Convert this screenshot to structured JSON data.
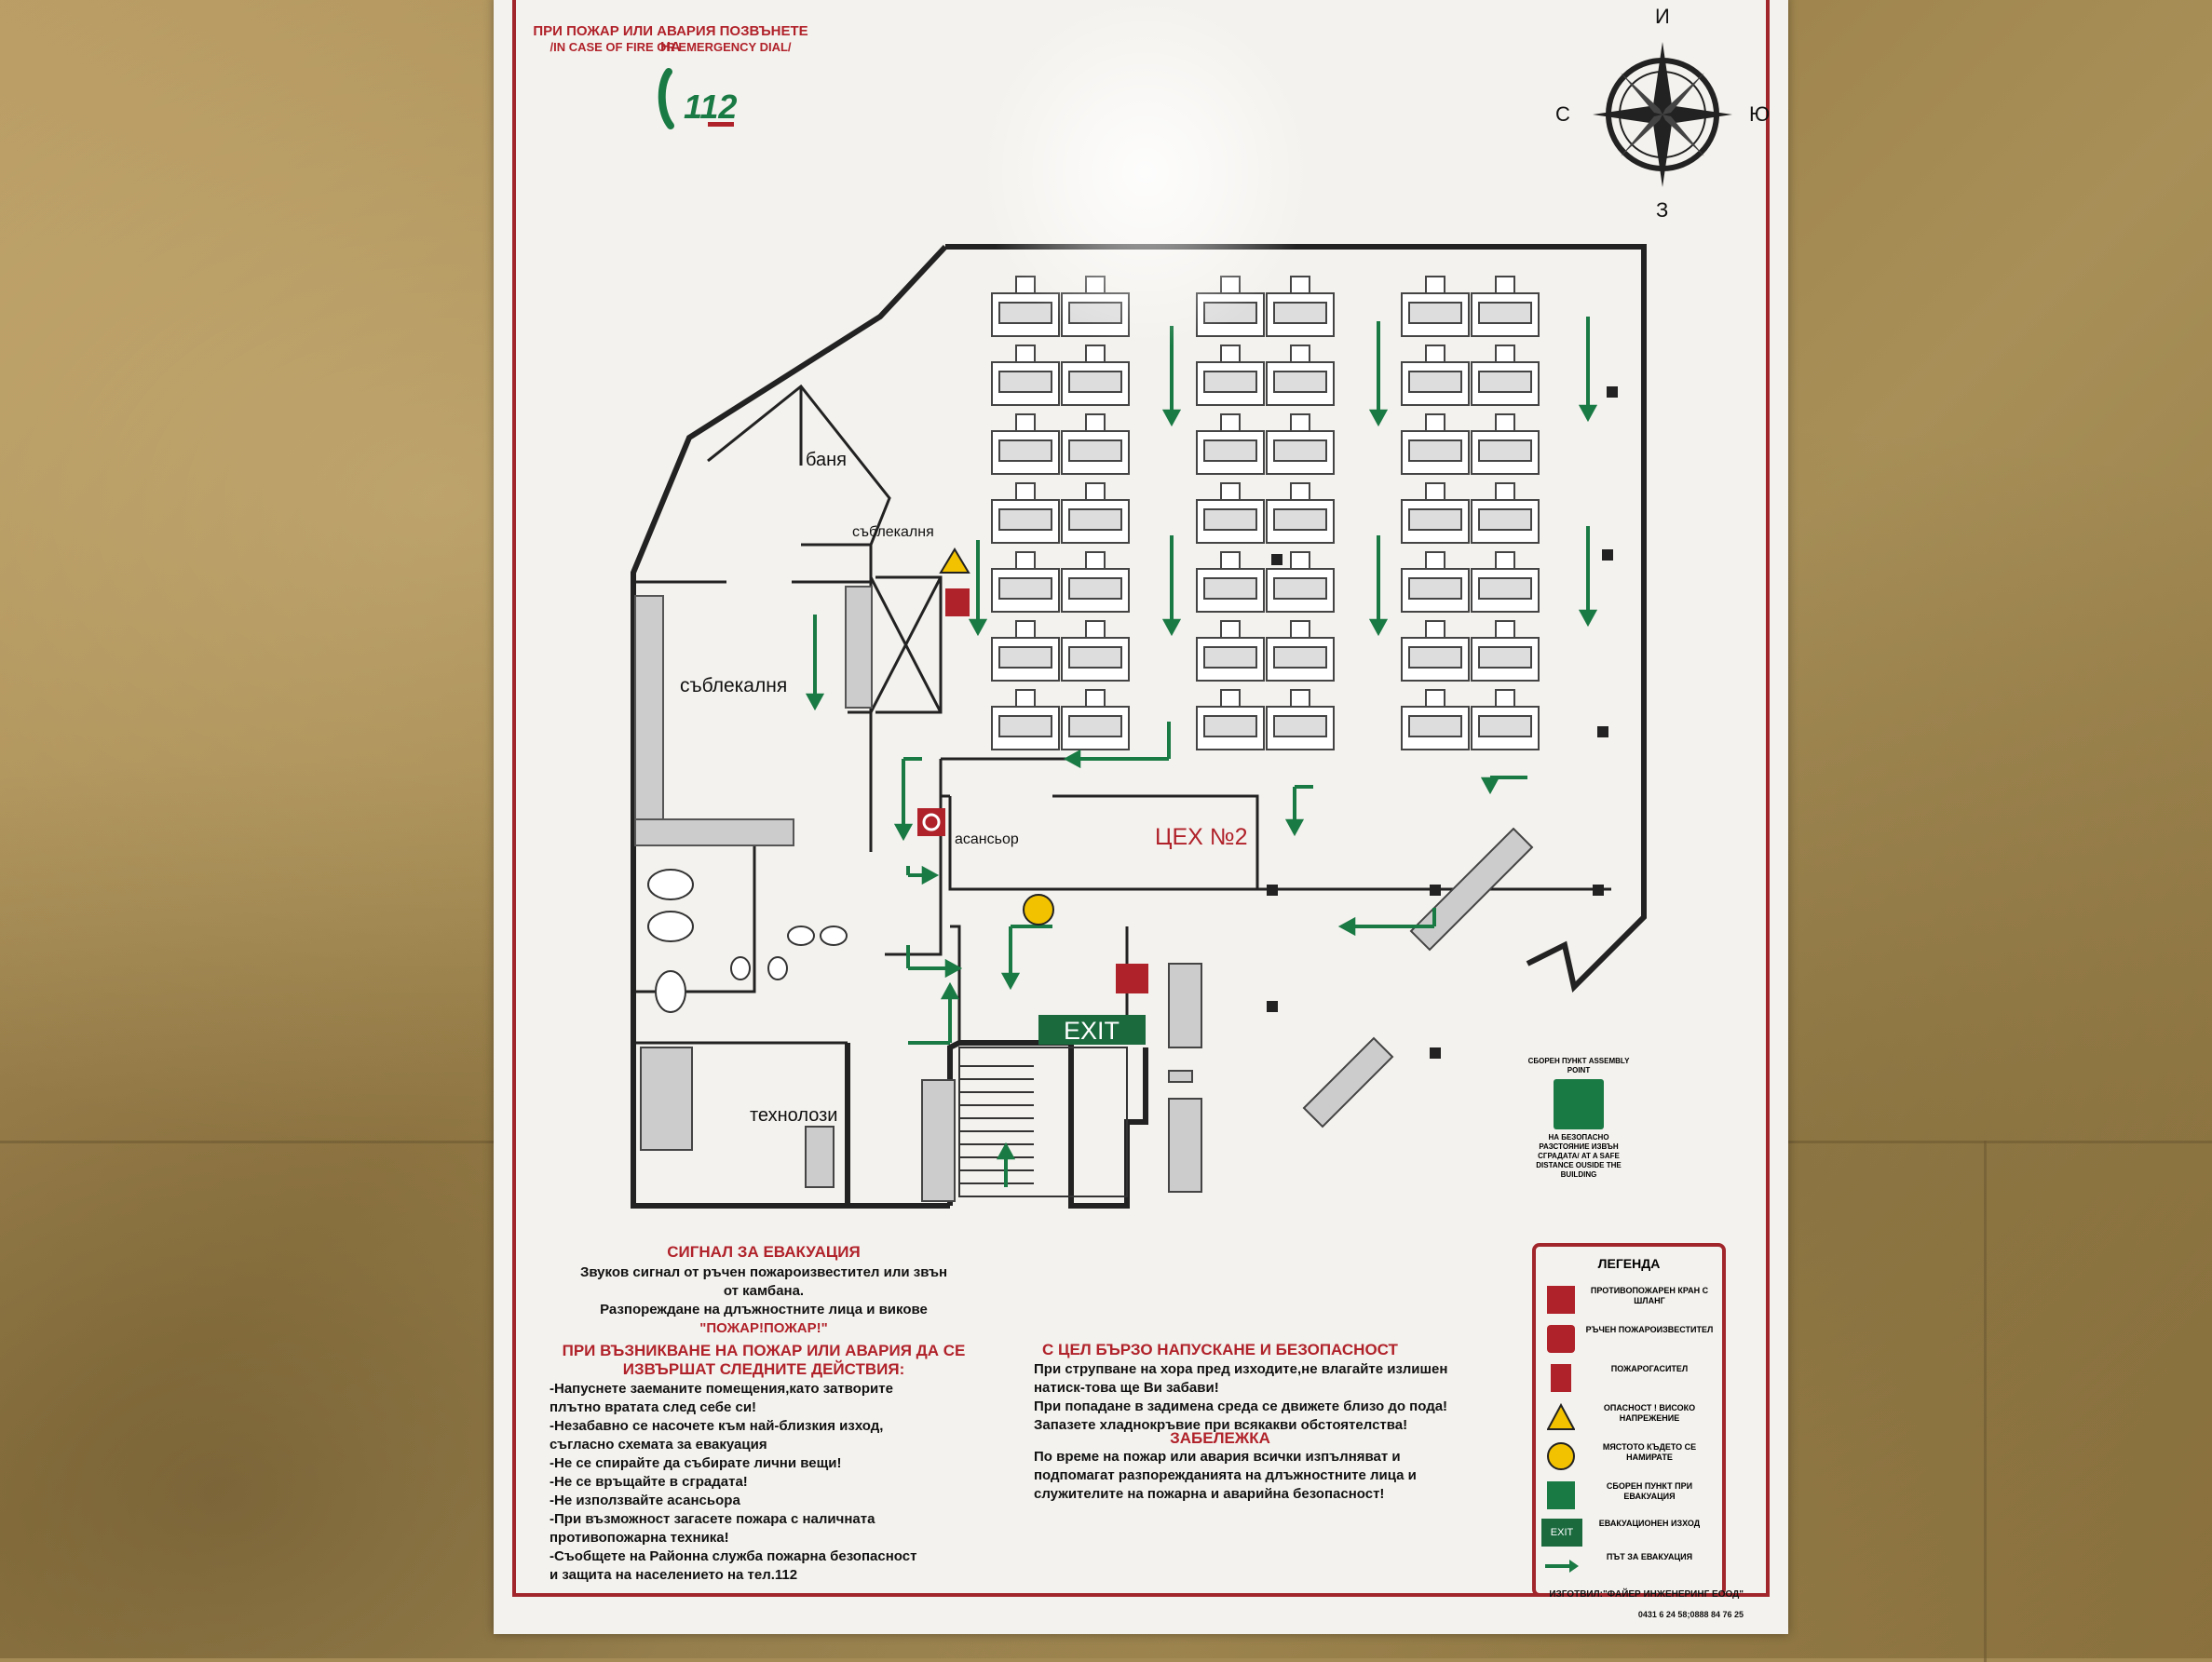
{
  "header": {
    "line1": "ПРИ ПОЖАР ИЛИ АВАРИЯ ПОЗВЪНЕТЕ НА",
    "line2": "/IN CASE OF FIRE OR EMERGENCY DIAL/",
    "number": "112"
  },
  "compass": {
    "north": "И",
    "south": "З",
    "west": "С",
    "east": "Ю"
  },
  "rooms": {
    "bath": "баня",
    "changing_small": "съблекалня",
    "changing_large": "съблекалня",
    "elevator": "асансьор",
    "workshop": "ЦЕХ №2",
    "technologists": "технолози",
    "exit": "EXIT"
  },
  "assembly": {
    "title": "СБОРЕН ПУНКТ ASSEMBLY POINT",
    "note": "НА БЕЗОПАСНО РАЗСТОЯНИЕ ИЗВЪН СГРАДАТА/ AT A SAFE DISTANCE OUSIDE THE BUILDING"
  },
  "signal": {
    "heading": "СИГНАЛ ЗА ЕВАКУАЦИЯ",
    "line1": "Звуков сигнал от ръчен пожароизвестител или звън",
    "line2": "от камбана.",
    "line3": "Разпореждане на длъжностните лица и викове",
    "line4": "\"ПОЖАР!ПОЖАР!\""
  },
  "actions": {
    "heading1": "ПРИ ВЪЗНИКВАНЕ НА ПОЖАР ИЛИ АВАРИЯ ДА СЕ",
    "heading2": "ИЗВЪРШАТ СЛЕДНИТЕ ДЕЙСТВИЯ:",
    "items": [
      "-Напуснете заеманите помещения,като затворите",
      "плътно вратата след себе си!",
      "-Незабавно се насочете към най-близкия изход,",
      "съгласно схемата за евакуация",
      "-Не се спирайте да събирате лични вещи!",
      "-Не се връщайте в сградата!",
      "-Не използвайте асансьора",
      "-При възможност загасете пожара с наличната",
      "противопожарна техника!",
      "-Съобщете на Районна служба пожарна безопасност",
      "и защита на населението на тел.112"
    ]
  },
  "safety": {
    "heading": "С ЦЕЛ БЪРЗО НАПУСКАНЕ И БЕЗОПАСНОСТ",
    "items": [
      "При струпване на хора пред изходите,не влагайте излишен",
      "натиск-това ще Ви забави!",
      "При попадане в задимена среда се движете близо до пода!",
      "Запазете хладнокръвие при всякакви обстоятелства!"
    ],
    "note_heading": "ЗАБЕЛЕЖКА",
    "note_items": [
      "По време на пожар или авария всички изпълняват и",
      "подпомагат разпорежданията на длъжностните лица и",
      "служителите на пожарна и аварийна безопасност!"
    ]
  },
  "legend": {
    "title": "ЛЕГЕНДА",
    "items": [
      "ПРОТИВОПОЖАРЕН КРАН С ШЛАНГ",
      "РЪЧЕН ПОЖАРОИЗВЕСТИТЕЛ",
      "ПОЖАРОГАСИТЕЛ",
      "ОПАСНОСТ ! ВИСОКО НАПРЕЖЕНИЕ",
      "МЯСТОТО КЪДЕТО СЕ НАМИРАТЕ",
      "СБОРЕН ПУНКТ ПРИ ЕВАКУАЦИЯ",
      "ЕВАКУАЦИОНЕН ИЗХОД",
      "ПЪТ ЗА ЕВАКУАЦИЯ"
    ],
    "exit_label": "EXIT"
  },
  "footer": {
    "made_by": "ИЗГОТВИЛ:\"ФАЙЕР ИНЖЕНЕРИНГ ЕООД\"",
    "phones": "0431 6 24 58;0888 84 76 25"
  },
  "colors": {
    "red": "#b0222a",
    "green": "#1a7a44",
    "exit_green": "#1a6a3e",
    "poster": "#f4f2ee",
    "yellow": "#f2c200"
  }
}
